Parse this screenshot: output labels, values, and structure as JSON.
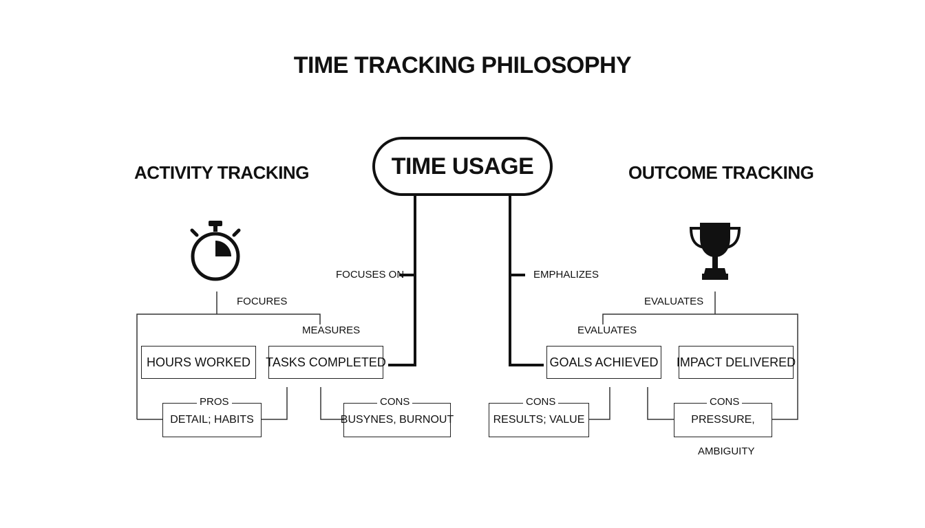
{
  "title": "TIME TRACKING PHILOSOPHY",
  "center": "TIME USAGE",
  "left": {
    "heading": "ACTIVITY TRACKING",
    "icon": "stopwatch-icon",
    "connector_label": "FOCUSES ON",
    "branch_label_1": "FOCURES",
    "branch_label_2": "MEASURES",
    "box_1": "HOURS WORKED",
    "box_2": "TASKS COMPLETED",
    "pros_label": "PROS",
    "pros_value": "DETAIL; HABITS",
    "cons_label": "CONS",
    "cons_value": "BUSYNES, BURNOUT"
  },
  "right": {
    "heading": "OUTCOME TRACKING",
    "icon": "trophy-icon",
    "connector_label": "EMPHALIZES",
    "branch_label_1": "EVALUATES",
    "branch_label_2": "EVALUATES",
    "box_1": "GOALS ACHIEVED",
    "box_2": "IMPACT DELIVERED",
    "cons_label_1": "CONS",
    "cons_value_1": "RESULTS; VALUE",
    "cons_label_2": "CONS",
    "cons_value_2": "PRESSURE,",
    "cons_value_2_cont": "AMBIGUITY"
  }
}
